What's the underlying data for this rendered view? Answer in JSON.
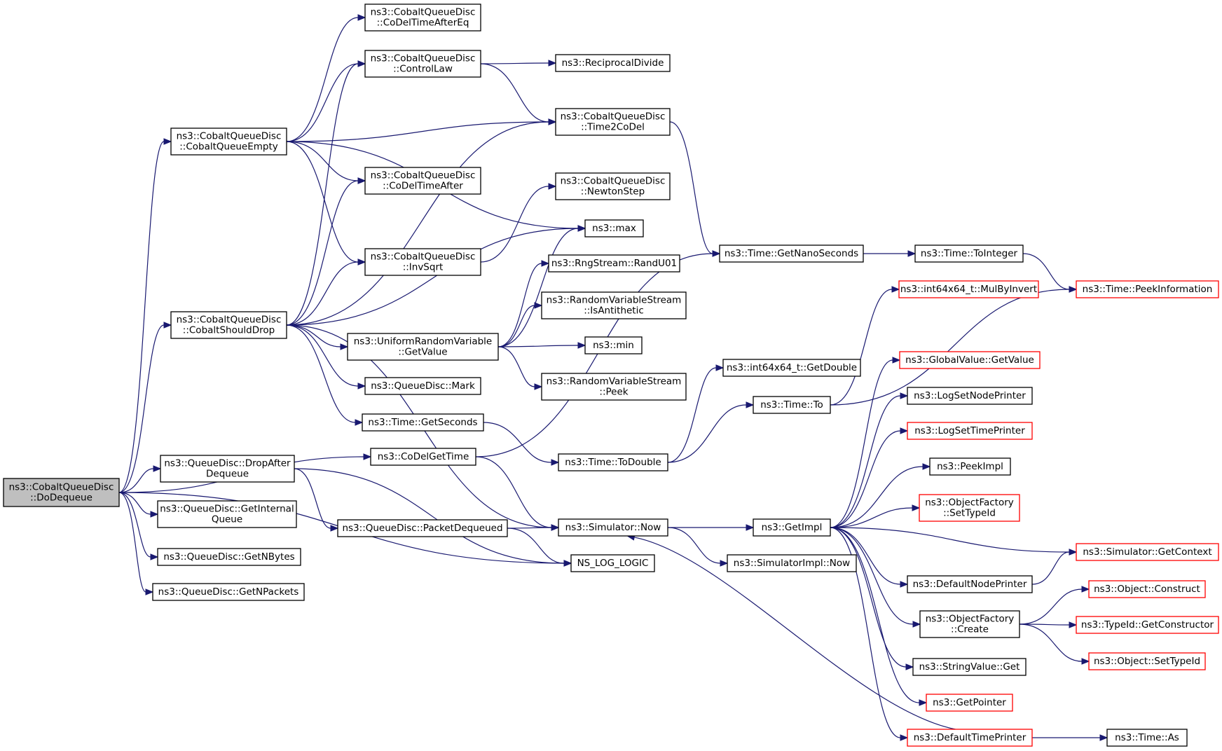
{
  "colors": {
    "edge": "#191970",
    "border": "#000000",
    "border_truncated": "#ff0000",
    "root_fill": "#bfbfbf",
    "background": "#ffffff"
  },
  "nodes": [
    {
      "id": "dodequeue",
      "lines": [
        "ns3::CobaltQueueDisc",
        "::DoDequeue"
      ],
      "root": true
    },
    {
      "id": "cobaltqueueempty",
      "lines": [
        "ns3::CobaltQueueDisc",
        "::CobaltQueueEmpty"
      ]
    },
    {
      "id": "cobaltshoulddrop",
      "lines": [
        "ns3::CobaltQueueDisc",
        "::CobaltShouldDrop"
      ]
    },
    {
      "id": "dropafterdequeue",
      "lines": [
        "ns3::QueueDisc::DropAfter",
        "Dequeue"
      ]
    },
    {
      "id": "getinternalqueue",
      "lines": [
        "ns3::QueueDisc::GetInternal",
        "Queue"
      ]
    },
    {
      "id": "getnbytes",
      "lines": [
        "ns3::QueueDisc::GetNBytes"
      ]
    },
    {
      "id": "getnpackets",
      "lines": [
        "ns3::QueueDisc::GetNPackets"
      ]
    },
    {
      "id": "codeltimeaftereq",
      "lines": [
        "ns3::CobaltQueueDisc",
        "::CoDelTimeAfterEq"
      ]
    },
    {
      "id": "controllaw",
      "lines": [
        "ns3::CobaltQueueDisc",
        "::ControlLaw"
      ]
    },
    {
      "id": "codeltimeafter",
      "lines": [
        "ns3::CobaltQueueDisc",
        "::CoDelTimeAfter"
      ]
    },
    {
      "id": "invsqrt",
      "lines": [
        "ns3::CobaltQueueDisc",
        "::InvSqrt"
      ]
    },
    {
      "id": "uniformgetvalue",
      "lines": [
        "ns3::UniformRandomVariable",
        "::GetValue"
      ]
    },
    {
      "id": "mark",
      "lines": [
        "ns3::QueueDisc::Mark"
      ]
    },
    {
      "id": "timegetseconds",
      "lines": [
        "ns3::Time::GetSeconds"
      ]
    },
    {
      "id": "codelgettime",
      "lines": [
        "ns3::CoDelGetTime"
      ]
    },
    {
      "id": "packetdequeued",
      "lines": [
        "ns3::QueueDisc::PacketDequeued"
      ]
    },
    {
      "id": "reciprocaldivide",
      "lines": [
        "ns3::ReciprocalDivide"
      ]
    },
    {
      "id": "time2codel",
      "lines": [
        "ns3::CobaltQueueDisc",
        "::Time2CoDel"
      ]
    },
    {
      "id": "newtonstep",
      "lines": [
        "ns3::CobaltQueueDisc",
        "::NewtonStep"
      ]
    },
    {
      "id": "max",
      "lines": [
        "ns3::max"
      ]
    },
    {
      "id": "randu01",
      "lines": [
        "ns3::RngStream::RandU01"
      ]
    },
    {
      "id": "isantithetic",
      "lines": [
        "ns3::RandomVariableStream",
        "::IsAntithetic"
      ]
    },
    {
      "id": "min",
      "lines": [
        "ns3::min"
      ]
    },
    {
      "id": "peek",
      "lines": [
        "ns3::RandomVariableStream",
        "::Peek"
      ]
    },
    {
      "id": "timetodouble",
      "lines": [
        "ns3::Time::ToDouble"
      ]
    },
    {
      "id": "simulatornow",
      "lines": [
        "ns3::Simulator::Now"
      ]
    },
    {
      "id": "nsloglogic",
      "lines": [
        "NS_LOG_LOGIC"
      ]
    },
    {
      "id": "getnanoseconds",
      "lines": [
        "ns3::Time::GetNanoSeconds"
      ]
    },
    {
      "id": "int64getdouble",
      "lines": [
        "ns3::int64x64_t::GetDouble"
      ]
    },
    {
      "id": "timeto",
      "lines": [
        "ns3::Time::To"
      ]
    },
    {
      "id": "getimpl",
      "lines": [
        "ns3::GetImpl"
      ]
    },
    {
      "id": "simulatorimplnow",
      "lines": [
        "ns3::SimulatorImpl::Now"
      ]
    },
    {
      "id": "timetointeger",
      "lines": [
        "ns3::Time::ToInteger"
      ]
    },
    {
      "id": "mulbyinvert",
      "lines": [
        "ns3::int64x64_t::MulByInvert"
      ],
      "truncated": true
    },
    {
      "id": "globalvaluegetvalue",
      "lines": [
        "ns3::GlobalValue::GetValue"
      ],
      "truncated": true
    },
    {
      "id": "logsetnodeprinter",
      "lines": [
        "ns3::LogSetNodePrinter"
      ]
    },
    {
      "id": "logsettimeprinter",
      "lines": [
        "ns3::LogSetTimePrinter"
      ],
      "truncated": true
    },
    {
      "id": "peekimpl",
      "lines": [
        "ns3::PeekImpl"
      ]
    },
    {
      "id": "objectfactorysettypeid",
      "lines": [
        "ns3::ObjectFactory",
        "::SetTypeId"
      ],
      "truncated": true
    },
    {
      "id": "defaultnodeprinter",
      "lines": [
        "ns3::DefaultNodePrinter"
      ]
    },
    {
      "id": "objectfactorycreate",
      "lines": [
        "ns3::ObjectFactory",
        "::Create"
      ]
    },
    {
      "id": "stringvalueget",
      "lines": [
        "ns3::StringValue::Get"
      ]
    },
    {
      "id": "getpointer",
      "lines": [
        "ns3::GetPointer"
      ],
      "truncated": true
    },
    {
      "id": "defaulttimeprinter",
      "lines": [
        "ns3::DefaultTimePrinter"
      ],
      "truncated": true
    },
    {
      "id": "peekinformation",
      "lines": [
        "ns3::Time::PeekInformation"
      ],
      "truncated": true
    },
    {
      "id": "simulatorgetcontext",
      "lines": [
        "ns3::Simulator::GetContext"
      ],
      "truncated": true
    },
    {
      "id": "objectconstruct",
      "lines": [
        "ns3::Object::Construct"
      ],
      "truncated": true
    },
    {
      "id": "typeidgetconstructor",
      "lines": [
        "ns3::TypeId::GetConstructor"
      ],
      "truncated": true
    },
    {
      "id": "objectsettypeid",
      "lines": [
        "ns3::Object::SetTypeId"
      ],
      "truncated": true
    },
    {
      "id": "timeas",
      "lines": [
        "ns3::Time::As"
      ]
    }
  ],
  "edges": [
    [
      "dodequeue",
      "cobaltqueueempty"
    ],
    [
      "dodequeue",
      "cobaltshoulddrop"
    ],
    [
      "dodequeue",
      "codelgettime"
    ],
    [
      "dodequeue",
      "dropafterdequeue"
    ],
    [
      "dodequeue",
      "getinternalqueue"
    ],
    [
      "dodequeue",
      "getnbytes"
    ],
    [
      "dodequeue",
      "getnpackets"
    ],
    [
      "dodequeue",
      "nsloglogic"
    ],
    [
      "cobaltqueueempty",
      "codeltimeaftereq"
    ],
    [
      "cobaltqueueempty",
      "controllaw"
    ],
    [
      "cobaltqueueempty",
      "time2codel"
    ],
    [
      "cobaltqueueempty",
      "codeltimeafter"
    ],
    [
      "cobaltqueueempty",
      "invsqrt"
    ],
    [
      "cobaltqueueempty",
      "max"
    ],
    [
      "cobaltshoulddrop",
      "controllaw"
    ],
    [
      "cobaltshoulddrop",
      "codeltimeafter"
    ],
    [
      "cobaltshoulddrop",
      "time2codel"
    ],
    [
      "cobaltshoulddrop",
      "invsqrt"
    ],
    [
      "cobaltshoulddrop",
      "max"
    ],
    [
      "cobaltshoulddrop",
      "uniformgetvalue"
    ],
    [
      "cobaltshoulddrop",
      "mark"
    ],
    [
      "cobaltshoulddrop",
      "timegetseconds"
    ],
    [
      "cobaltshoulddrop",
      "simulatornow"
    ],
    [
      "controllaw",
      "reciprocaldivide"
    ],
    [
      "controllaw",
      "time2codel"
    ],
    [
      "invsqrt",
      "newtonstep"
    ],
    [
      "uniformgetvalue",
      "max"
    ],
    [
      "uniformgetvalue",
      "randu01"
    ],
    [
      "uniformgetvalue",
      "isantithetic"
    ],
    [
      "uniformgetvalue",
      "min"
    ],
    [
      "uniformgetvalue",
      "peek"
    ],
    [
      "timegetseconds",
      "timetodouble"
    ],
    [
      "codelgettime",
      "getnanoseconds"
    ],
    [
      "codelgettime",
      "simulatornow"
    ],
    [
      "dropafterdequeue",
      "packetdequeued"
    ],
    [
      "dropafterdequeue",
      "nsloglogic"
    ],
    [
      "packetdequeued",
      "simulatornow"
    ],
    [
      "packetdequeued",
      "nsloglogic"
    ],
    [
      "time2codel",
      "getnanoseconds"
    ],
    [
      "getnanoseconds",
      "timetointeger"
    ],
    [
      "timetointeger",
      "peekinformation"
    ],
    [
      "timetodouble",
      "timeto"
    ],
    [
      "timetodouble",
      "int64getdouble"
    ],
    [
      "timeto",
      "mulbyinvert"
    ],
    [
      "timeto",
      "peekinformation"
    ],
    [
      "simulatornow",
      "getimpl"
    ],
    [
      "simulatornow",
      "simulatorimplnow"
    ],
    [
      "getimpl",
      "globalvaluegetvalue"
    ],
    [
      "getimpl",
      "logsetnodeprinter"
    ],
    [
      "getimpl",
      "logsettimeprinter"
    ],
    [
      "getimpl",
      "peekimpl"
    ],
    [
      "getimpl",
      "objectfactorysettypeid"
    ],
    [
      "getimpl",
      "simulatorgetcontext"
    ],
    [
      "getimpl",
      "defaultnodeprinter"
    ],
    [
      "getimpl",
      "objectfactorycreate"
    ],
    [
      "getimpl",
      "stringvalueget"
    ],
    [
      "getimpl",
      "getpointer"
    ],
    [
      "getimpl",
      "defaulttimeprinter"
    ],
    [
      "defaultnodeprinter",
      "simulatorgetcontext"
    ],
    [
      "objectfactorycreate",
      "objectconstruct"
    ],
    [
      "objectfactorycreate",
      "typeidgetconstructor"
    ],
    [
      "objectfactorycreate",
      "objectsettypeid"
    ],
    [
      "defaulttimeprinter",
      "simulatornow"
    ],
    [
      "defaulttimeprinter",
      "timeas"
    ]
  ]
}
